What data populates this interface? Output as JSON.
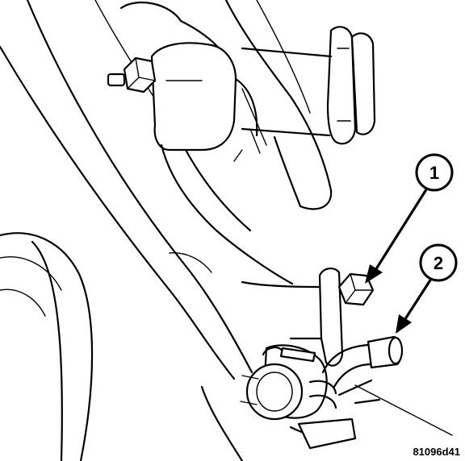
{
  "callouts": [
    {
      "number": "1"
    },
    {
      "number": "2"
    }
  ],
  "figure_id": "81096d41"
}
